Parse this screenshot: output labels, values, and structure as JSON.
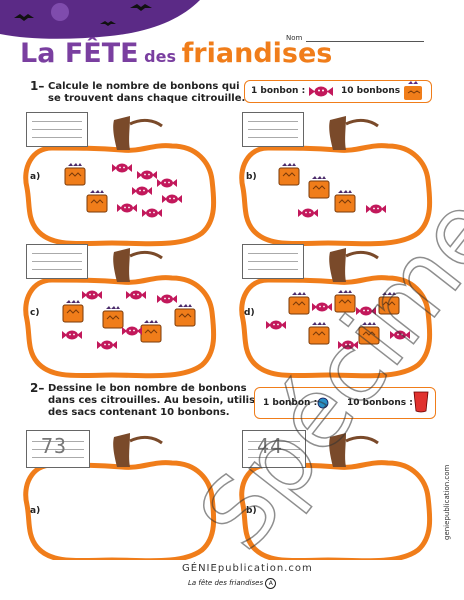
{
  "header": {
    "title_word1": "La FÊTE",
    "title_word2": "des",
    "title_word3": "friandises",
    "name_label": "Nom"
  },
  "section1": {
    "number": "1–",
    "instruction_line1": "Calcule le nombre de bonbons qui",
    "instruction_line2": "se trouvent dans chaque citrouille.",
    "legend_single": "1 bonbon :",
    "legend_ten": "10 bonbons :",
    "items": [
      {
        "label": "a)",
        "bags": 2,
        "candies": 7
      },
      {
        "label": "b)",
        "bags": 3,
        "candies": 2
      },
      {
        "label": "c)",
        "bags": 4,
        "candies": 6
      },
      {
        "label": "d)",
        "bags": 5,
        "candies": 5
      }
    ]
  },
  "section2": {
    "number": "2–",
    "instruction_line1": "Dessine le bon nombre de bonbons",
    "instruction_line2": "dans ces citrouilles.  Au besoin, utilise",
    "instruction_line3": "des sacs contenant 10 bonbons.",
    "legend_single": "1 bonbon :",
    "legend_ten": "10 bonbons :",
    "items": [
      {
        "label": "a)",
        "written_number": "73"
      },
      {
        "label": "b)",
        "written_number": "44"
      }
    ]
  },
  "watermark": "Spécimen",
  "footer": {
    "brand": "GÉNIEpublication.com",
    "title": "La fête des friandises",
    "badge": "A",
    "side_text": "geniepublication.com"
  },
  "colors": {
    "pumpkin_orange": "#f07d1a",
    "title_purple": "#7a3fa0",
    "candy_pink": "#c2185b",
    "stem_brown": "#7a4a2a",
    "blue_dot": "#2a8fc6",
    "red_bag": "#e0322f"
  }
}
